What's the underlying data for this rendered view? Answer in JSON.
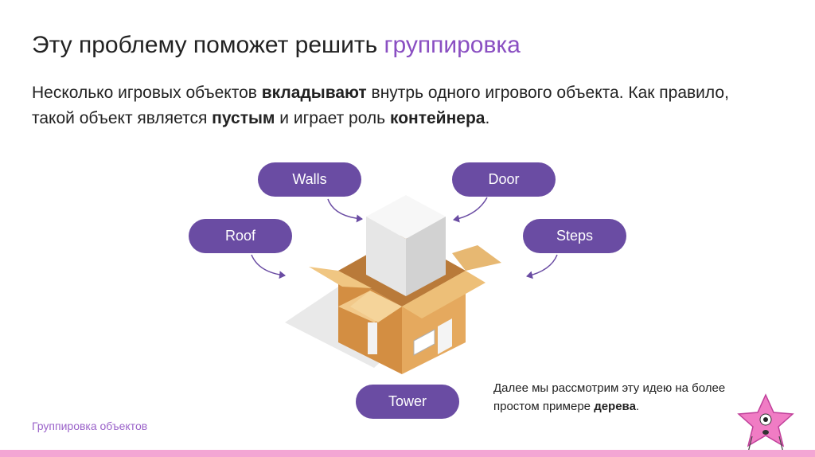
{
  "slide": {
    "title_main": "Эту проблему поможет решить ",
    "title_accent": "группировка",
    "lead": {
      "p1": "Несколько игровых объектов ",
      "b1": "вкладывают",
      "p2": " внутрь одного игрового объекта. Как правило, такой объект является ",
      "b2": "пустым",
      "p3": " и играет роль ",
      "b3": "контейнера",
      "p4": "."
    },
    "labels": {
      "walls": "Walls",
      "door": "Door",
      "roof": "Roof",
      "steps": "Steps",
      "tower": "Tower"
    },
    "note": {
      "text": "Далее мы рассмотрим эту идею на более простом примере ",
      "bold": "дерева",
      "end": "."
    },
    "footer": "Группировка объектов",
    "colors": {
      "accent": "#8a4fc2",
      "pill": "#6a4ca3",
      "box": "#e7b872",
      "bar": "#f3a6d4"
    },
    "icons": [
      "box-illustration",
      "arrow",
      "star-mascot"
    ]
  }
}
